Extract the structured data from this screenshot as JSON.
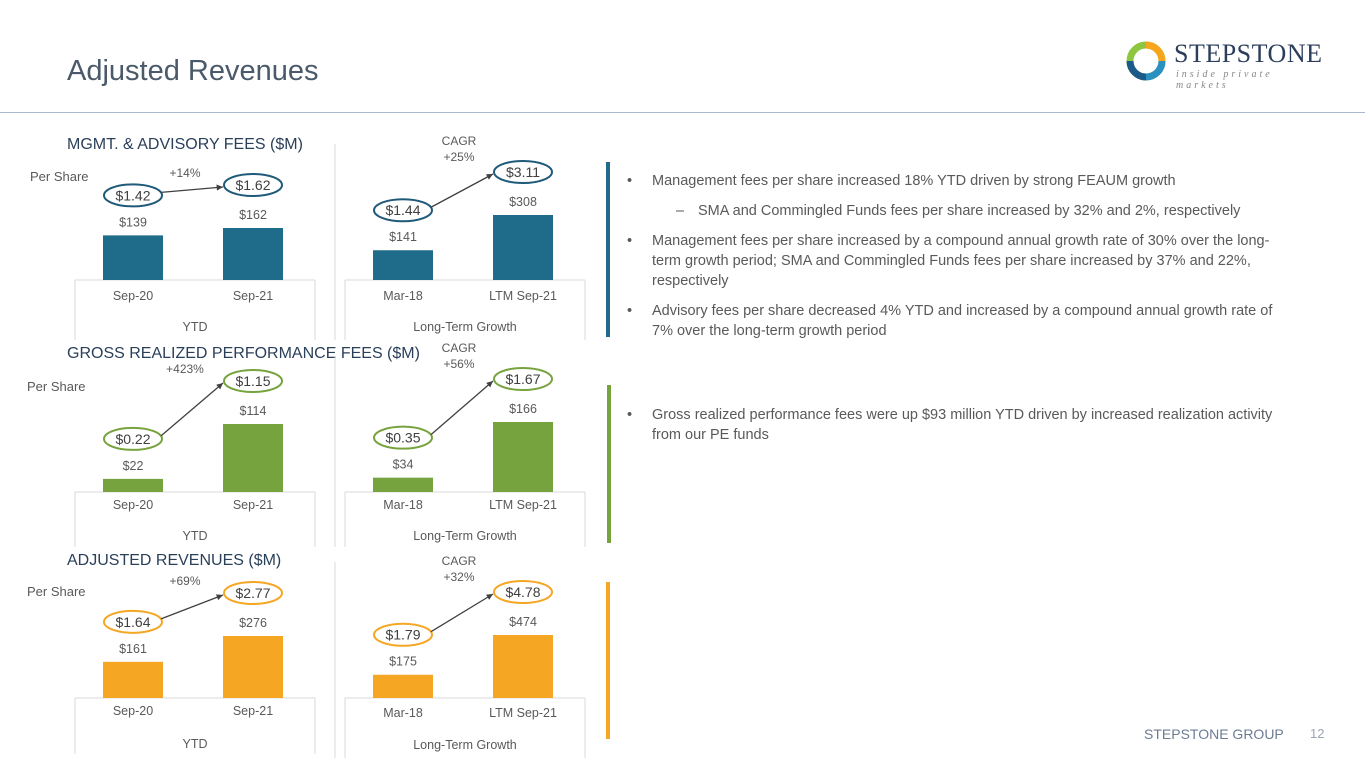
{
  "page": {
    "title": "Adjusted Revenues",
    "footer": "STEPSTONE GROUP",
    "page_number": "12",
    "logo": {
      "word": "STEPSTONE",
      "tagline": "inside private markets"
    }
  },
  "sections": [
    {
      "title": "MGMT. & ADVISORY FEES ($M)",
      "per_share_label": "Per Share",
      "color": "#1f6b8a"
    },
    {
      "title": "GROSS REALIZED PERFORMANCE FEES ($M)",
      "per_share_label": "Per Share",
      "color": "#77a33e"
    },
    {
      "title": "ADJUSTED REVENUES ($M)",
      "per_share_label": "Per Share",
      "color": "#f5a623"
    }
  ],
  "bullets": {
    "mgmt": [
      {
        "type": "bullet",
        "text": "Management fees per share increased 18% YTD driven by strong FEAUM growth"
      },
      {
        "type": "sub",
        "text": "SMA and Commingled Funds fees per share increased by 32% and 2%, respectively"
      },
      {
        "type": "bullet",
        "text": "Management fees per share increased by a compound annual growth rate of 30% over the long-term growth period; SMA and Commingled Funds fees per share increased by 37% and 22%, respectively"
      },
      {
        "type": "bullet",
        "text": "Advisory fees per share decreased 4% YTD and increased by a compound annual growth rate of 7% over the long-term growth period"
      }
    ],
    "perf": [
      {
        "type": "bullet",
        "text": "Gross realized performance fees were up $93 million YTD driven by increased realization activity from our PE funds"
      }
    ]
  },
  "chart_data": [
    {
      "type": "bar",
      "section": "MGMT. & ADVISORY FEES ($M)",
      "group_label": "YTD",
      "categories": [
        "Sep-20",
        "Sep-21"
      ],
      "values": [
        139,
        162
      ],
      "value_labels": [
        "$139",
        "$162"
      ],
      "per_share": [
        "$1.42",
        "$1.62"
      ],
      "change_label": "+14%",
      "color": "#1f6b8a",
      "circle_color": "#1f5a7a"
    },
    {
      "type": "bar",
      "section": "MGMT. & ADVISORY FEES ($M)",
      "group_label": "Long-Term Growth",
      "categories": [
        "Mar-18",
        "LTM Sep-21"
      ],
      "values": [
        141,
        308
      ],
      "value_labels": [
        "$141",
        "$308"
      ],
      "per_share": [
        "$1.44",
        "$3.11"
      ],
      "change_label": [
        "CAGR",
        "+25%"
      ],
      "color": "#1f6b8a",
      "circle_color": "#1f5a7a"
    },
    {
      "type": "bar",
      "section": "GROSS REALIZED PERFORMANCE FEES ($M)",
      "group_label": "YTD",
      "categories": [
        "Sep-20",
        "Sep-21"
      ],
      "values": [
        22,
        114
      ],
      "value_labels": [
        "$22",
        "$114"
      ],
      "per_share": [
        "$0.22",
        "$1.15"
      ],
      "change_label": "+423%",
      "color": "#77a33e",
      "circle_color": "#77a33e"
    },
    {
      "type": "bar",
      "section": "GROSS REALIZED PERFORMANCE FEES ($M)",
      "group_label": "Long-Term Growth",
      "categories": [
        "Mar-18",
        "LTM Sep-21"
      ],
      "values": [
        34,
        166
      ],
      "value_labels": [
        "$34",
        "$166"
      ],
      "per_share": [
        "$0.35",
        "$1.67"
      ],
      "change_label": [
        "CAGR",
        "+56%"
      ],
      "color": "#77a33e",
      "circle_color": "#77a33e"
    },
    {
      "type": "bar",
      "section": "ADJUSTED REVENUES ($M)",
      "group_label": "YTD",
      "categories": [
        "Sep-20",
        "Sep-21"
      ],
      "values": [
        161,
        276
      ],
      "value_labels": [
        "$161",
        "$276"
      ],
      "per_share": [
        "$1.64",
        "$2.77"
      ],
      "change_label": "+69%",
      "color": "#f5a623",
      "circle_color": "#f5a623"
    },
    {
      "type": "bar",
      "section": "ADJUSTED REVENUES ($M)",
      "group_label": "Long-Term Growth",
      "categories": [
        "Mar-18",
        "LTM Sep-21"
      ],
      "values": [
        175,
        474
      ],
      "value_labels": [
        "$175",
        "$474"
      ],
      "per_share": [
        "$1.79",
        "$4.78"
      ],
      "change_label": [
        "CAGR",
        "+32%"
      ],
      "color": "#f5a623",
      "circle_color": "#f5a623"
    }
  ]
}
